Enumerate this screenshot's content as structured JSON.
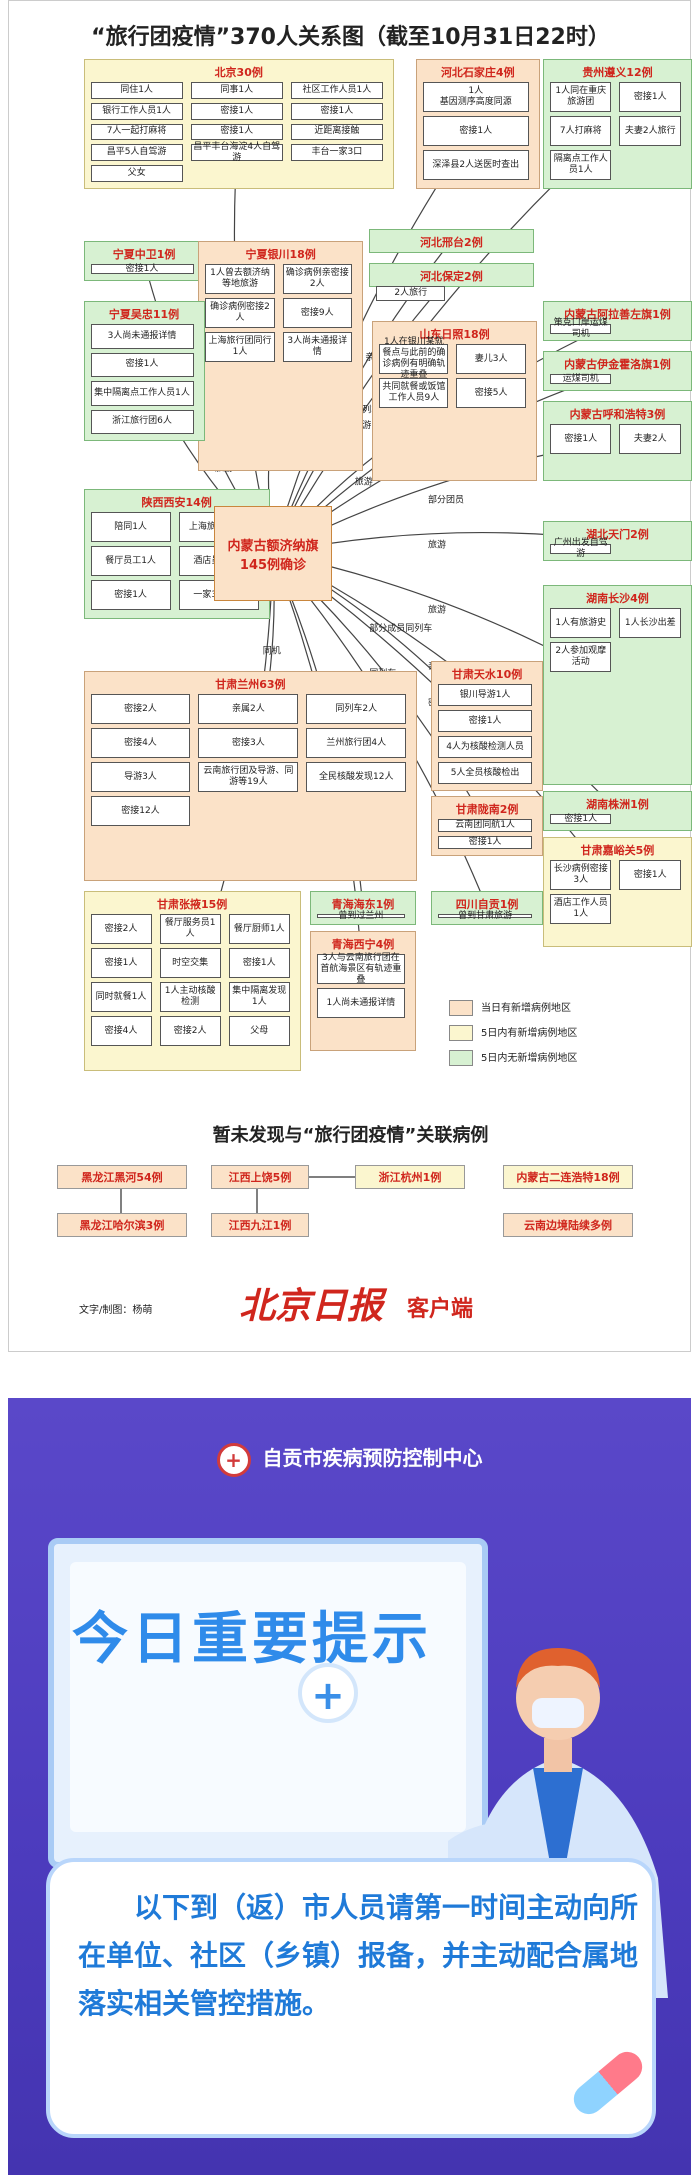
{
  "diagram": {
    "title": "“旅行团疫情”370人关系图（截至10月31日22时）",
    "center": "内蒙古额济纳旗\n145例确诊",
    "groups": [
      {
        "id": "bj",
        "title": "北京30例",
        "color": "yellow",
        "nodes": [
          "同住1人",
          "同事1人",
          "社区工作人员1人",
          "银行工作人员1人",
          "密接1人",
          "密接1人",
          "7人一起打麻将",
          "密接1人",
          "近距离接触",
          "昌平5人自驾游",
          "昌平丰台海淀4人自驾游",
          "丰台一家3口",
          "父女"
        ]
      },
      {
        "id": "hbsjz",
        "title": "河北石家庄4例",
        "color": "orange",
        "nodes": [
          "1人\n基因测序高度同源",
          "密接1人",
          "深泽县2人送医时查出"
        ]
      },
      {
        "id": "gzzy",
        "title": "贵州遵义12例",
        "color": "green",
        "nodes": [
          "1人同在重庆旅游团",
          "密接1人",
          "7人打麻将",
          "夫妻2人旅行",
          "隔离点工作人员1人"
        ]
      },
      {
        "id": "hbxt",
        "title": "河北邢台2例",
        "color": "green",
        "nodes": []
      },
      {
        "id": "hbbd",
        "title": "河北保定2例",
        "color": "green",
        "nodes": [
          "2人旅行"
        ]
      },
      {
        "id": "nxzw",
        "title": "宁夏中卫1例",
        "color": "green",
        "nodes": [
          "密接1人"
        ]
      },
      {
        "id": "nxyc",
        "title": "宁夏银川18例",
        "color": "orange",
        "nodes": [
          "1人曾去额济纳等地旅游",
          "确诊病例亲密接2人",
          "确诊病例密接2人",
          "密接9人",
          "上海旅行团同行1人",
          "3人尚未通报详情"
        ]
      },
      {
        "id": "nxwz",
        "title": "宁夏吴忠11例",
        "color": "green",
        "nodes": [
          "3人尚未通报详情",
          "密接1人",
          "集中隔离点工作人员1人",
          "浙江旅行团6人"
        ]
      },
      {
        "id": "sdrz",
        "title": "山东日照18例",
        "color": "orange",
        "nodes": [
          "1人在银川某就餐点与此前的确诊病例有明确轨迹重叠",
          "妻儿3人",
          "共同就餐或饭馆工作人员9人",
          "密接5人"
        ]
      },
      {
        "id": "nmalsz",
        "title": "内蒙古阿拉善左旗1例",
        "color": "green",
        "nodes": [
          "策克口岸运煤司机"
        ]
      },
      {
        "id": "nmxilg",
        "title": "内蒙古伊金霍洛旗1例",
        "color": "green",
        "nodes": [
          "运煤司机"
        ]
      },
      {
        "id": "nmhhht",
        "title": "内蒙古呼和浩特3例",
        "color": "green",
        "nodes": [
          "密接1人",
          "夫妻2人"
        ]
      },
      {
        "id": "sxxa",
        "title": "陕西西安14例",
        "color": "green",
        "nodes": [
          "陪同1人",
          "上海旅行团7人",
          "餐厅员工1人",
          "酒店员工1人",
          "密接1人",
          "一家3口旅游"
        ]
      },
      {
        "id": "hbtm",
        "title": "湖北天门2例",
        "color": "green",
        "nodes": [
          "广州出发自驾游"
        ]
      },
      {
        "id": "hncs",
        "title": "湖南长沙4例",
        "color": "green",
        "nodes": [
          "1人有旅游史",
          "1人长沙出差",
          "2人参加观摩活动"
        ]
      },
      {
        "id": "gslz",
        "title": "甘肃兰州63例",
        "color": "orange",
        "nodes": [
          "密接2人",
          "亲属2人",
          "同列车2人",
          "密接4人",
          "密接3人",
          "兰州旅行团4人",
          "导游3人",
          "云南旅行团及导游、同游等19人",
          "全民核酸发现12人",
          "密接12人"
        ]
      },
      {
        "id": "gsts",
        "title": "甘肃天水10例",
        "color": "orange",
        "nodes": [
          "银川导游1人",
          "密接1人",
          "4人为核酸检测人员",
          "5人全员核酸检出"
        ]
      },
      {
        "id": "gsln",
        "title": "甘肃陇南2例",
        "color": "orange",
        "nodes": [
          "云南团同航1人",
          "密接1人"
        ]
      },
      {
        "id": "hnzz",
        "title": "湖南株洲1例",
        "color": "green",
        "nodes": [
          "密接1人"
        ]
      },
      {
        "id": "gsjyg",
        "title": "甘肃嘉峪关5例",
        "color": "yellow",
        "nodes": [
          "长沙病例密接3人",
          "密接1人",
          "酒店工作人员1人"
        ]
      },
      {
        "id": "gszy",
        "title": "甘肃张掖15例",
        "color": "yellow",
        "nodes": [
          "密接2人",
          "餐厅服务员1人",
          "餐厅厨师1人",
          "密接1人",
          "时空交集",
          "密接1人",
          "同时就餐1人",
          "1人主动核酸检测",
          "集中隔离发现1人",
          "密接4人",
          "密接2人",
          "父母"
        ]
      },
      {
        "id": "qhhd",
        "title": "青海海东1例",
        "color": "green",
        "nodes": [
          "曾到过兰州"
        ]
      },
      {
        "id": "qhxn",
        "title": "青海西宁4例",
        "color": "orange",
        "nodes": [
          "3人与云南旅行团在首航海景区有轨迹重叠",
          "1人尚未通报详情"
        ]
      },
      {
        "id": "sczg",
        "title": "四川自贡1例",
        "color": "green",
        "nodes": [
          "曾到甘肃旅游"
        ]
      }
    ],
    "edge_labels": [
      "同车厢",
      "亲属",
      "旅游",
      "同列车",
      "旅游",
      "运煤",
      "运煤",
      "旅游",
      "旅游",
      "同列车",
      "导游",
      "部分团员",
      "同列车",
      "旅游",
      "旅游",
      "同机",
      "部分成员同列车",
      "同列车",
      "亲属",
      "密接",
      "旅游",
      "旅游"
    ],
    "legend": [
      {
        "label": "当日有新增病例地区",
        "color": "#fbe2c8"
      },
      {
        "label": "5日内有新增病例地区",
        "color": "#fbf6cf"
      },
      {
        "label": "5日内无新增病例地区",
        "color": "#d7f1d2"
      }
    ],
    "subtitle": "暂未发现与“旅行团疫情”关联病例",
    "unlinked": [
      {
        "label": "黑龙江黑河54例",
        "color": "#fbe2c8"
      },
      {
        "label": "江西上饶5例",
        "color": "#fbe2c8"
      },
      {
        "label": "浙江杭州1例",
        "color": "#fbf6cf"
      },
      {
        "label": "内蒙古二连浩特18例",
        "color": "#fbf6cf"
      },
      {
        "label": "黑龙江哈尔滨3例",
        "color": "#fbe2c8"
      },
      {
        "label": "江西九江1例",
        "color": "#fbe2c8"
      },
      {
        "label": "云南边境陆续多例",
        "color": "#fbe2c8"
      }
    ],
    "credit": "文字/制图：杨萌",
    "brand": "北京日报",
    "brand_suffix": "客户端"
  },
  "notice": {
    "org": "自贡市疾病预防控制中心",
    "headline": "今日重要提示",
    "body": "以下到（返）市人员请第一时间主动向所在单位、社区（乡镇）报备，并主动配合属地落实相关管控措施。",
    "plus_icon": "medical-plus-icon"
  }
}
